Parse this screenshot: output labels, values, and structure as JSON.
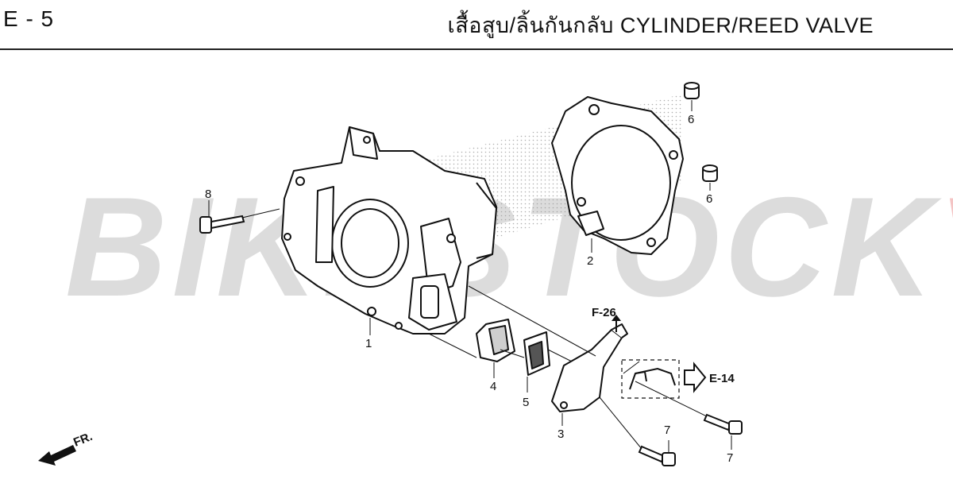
{
  "header": {
    "code": "E - 5",
    "title": "เสื้อสูบ/ลิ้นกันกลับ CYLINDER/REED VALVE"
  },
  "watermark": {
    "part1": "BIKESTOCK",
    "part2": "VN",
    "color1": "#dcdcdc",
    "color2": "#f4c4c4"
  },
  "callouts": {
    "c1": "1",
    "c2": "2",
    "c3": "3",
    "c4": "4",
    "c5": "5",
    "c6a": "6",
    "c6b": "6",
    "c7a": "7",
    "c7b": "7",
    "c8": "8"
  },
  "refs": {
    "f26": "F-26",
    "e14": "E-14",
    "fr": "FR."
  }
}
